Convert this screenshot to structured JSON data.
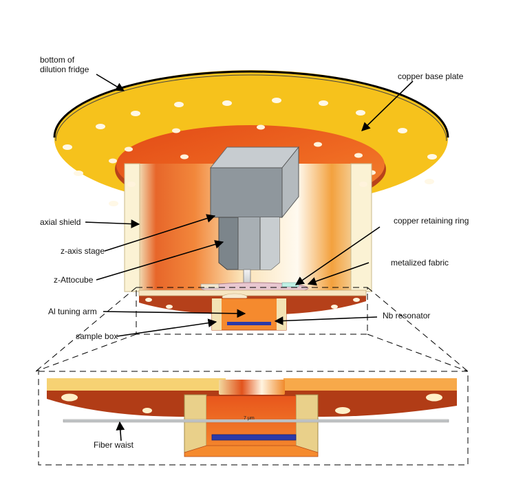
{
  "labels": {
    "bottom_of_dilution_fridge": "bottom of dilution fridge",
    "copper_base_plate": "copper base plate",
    "axial_shield": "axial shield",
    "z_axis_stage": "z-axis stage",
    "z_attocube": "z-Attocube",
    "al_tuning_arm": "Al tuning arm",
    "sample_box": "sample box",
    "copper_retaining_ring": "copper retaining ring",
    "metalized_fabric": "metalized fabric",
    "nb_resonator": "Nb resonator",
    "fiber_waist": "Fiber waist",
    "scale": "7 μm"
  },
  "colors": {
    "gold": "#f6c21c",
    "copper": "#e2531c",
    "copper_dark": "#a83a14",
    "cream": "#f7f0c8",
    "steel": "#8e959a",
    "blue": "#2b3aa8",
    "orange": "#f08a2c"
  }
}
